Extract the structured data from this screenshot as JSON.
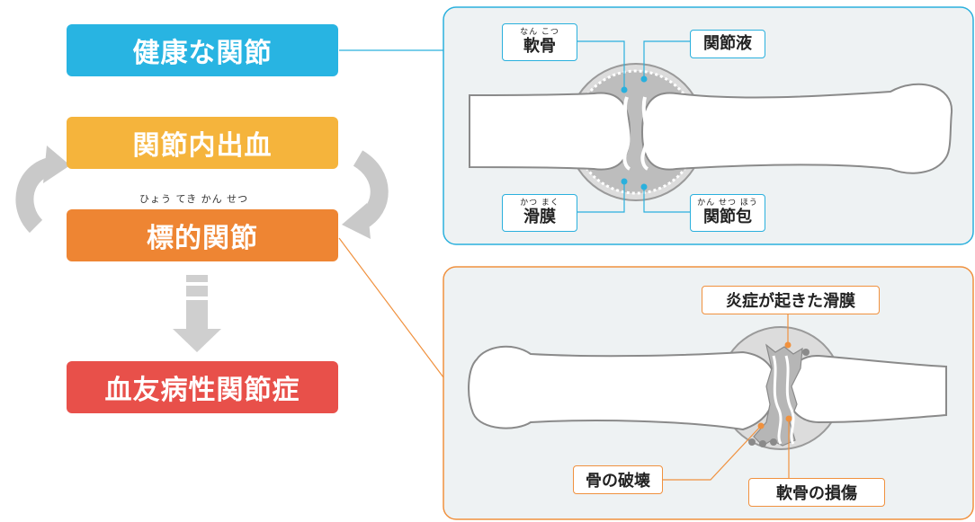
{
  "colors": {
    "healthy": "#28b4e2",
    "hemarthrosis": "#f5b43c",
    "target": "#ee8533",
    "arthropathy": "#e8504a",
    "panel_blue_border": "#2ab0dd",
    "panel_orange_border": "#f0913e",
    "panel_bg": "#eef2f3",
    "arrow_gray": "#cccccc"
  },
  "left": {
    "healthy_joint": "健康な関節",
    "hemarthrosis": "関節内出血",
    "target_joint_ruby": "ひょう てき かん せつ",
    "target_joint": "標的関節",
    "arthropathy": "血友病性関節症"
  },
  "top_panel": {
    "cartilage": {
      "ruby": "なん こつ",
      "text": "軟骨"
    },
    "synovial_fluid": {
      "text": "関節液"
    },
    "synovium": {
      "ruby": "かつ まく",
      "text": "滑膜"
    },
    "joint_capsule": {
      "ruby": "かん せつ ほう",
      "text": "関節包"
    }
  },
  "bottom_panel": {
    "inflamed_synovium": "炎症が起きた滑膜",
    "bone_destruction": "骨の破壊",
    "cartilage_damage": "軟骨の損傷"
  },
  "icons": {
    "cycle_left": "curved-arrow-left-icon",
    "cycle_right": "curved-arrow-right-icon",
    "progression": "down-arrow-icon"
  }
}
